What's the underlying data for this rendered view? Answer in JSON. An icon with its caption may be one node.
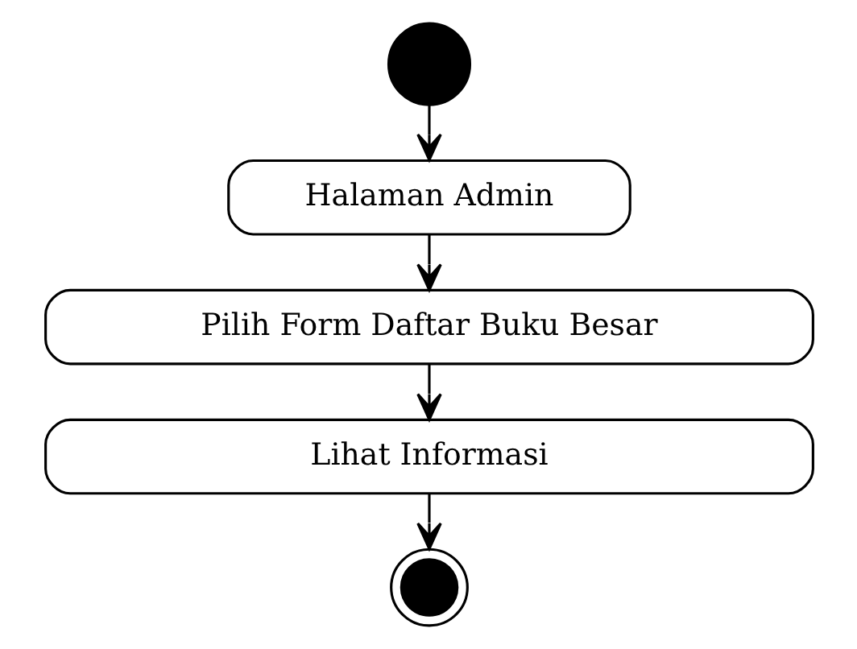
{
  "diagram": {
    "nodes": [
      {
        "text": [],
        "shape": "circle"
      },
      {
        "text": [
          "Halaman Admin"
        ]
      },
      {
        "text": [
          "Pilih Form Daftar Buku Besar"
        ]
      },
      {
        "text": [
          "Lihat Informasi"
        ]
      },
      {
        "text": [],
        "shape": "circle"
      }
    ],
    "edges": [
      {
        "from": 0,
        "to": 1,
        "arrow": "to"
      },
      {
        "from": 1,
        "to": 2,
        "arrow": "to"
      },
      {
        "from": 2,
        "to": 3,
        "arrow": "to"
      },
      {
        "from": 3,
        "to": 4,
        "arrow": "to"
      }
    ]
  }
}
